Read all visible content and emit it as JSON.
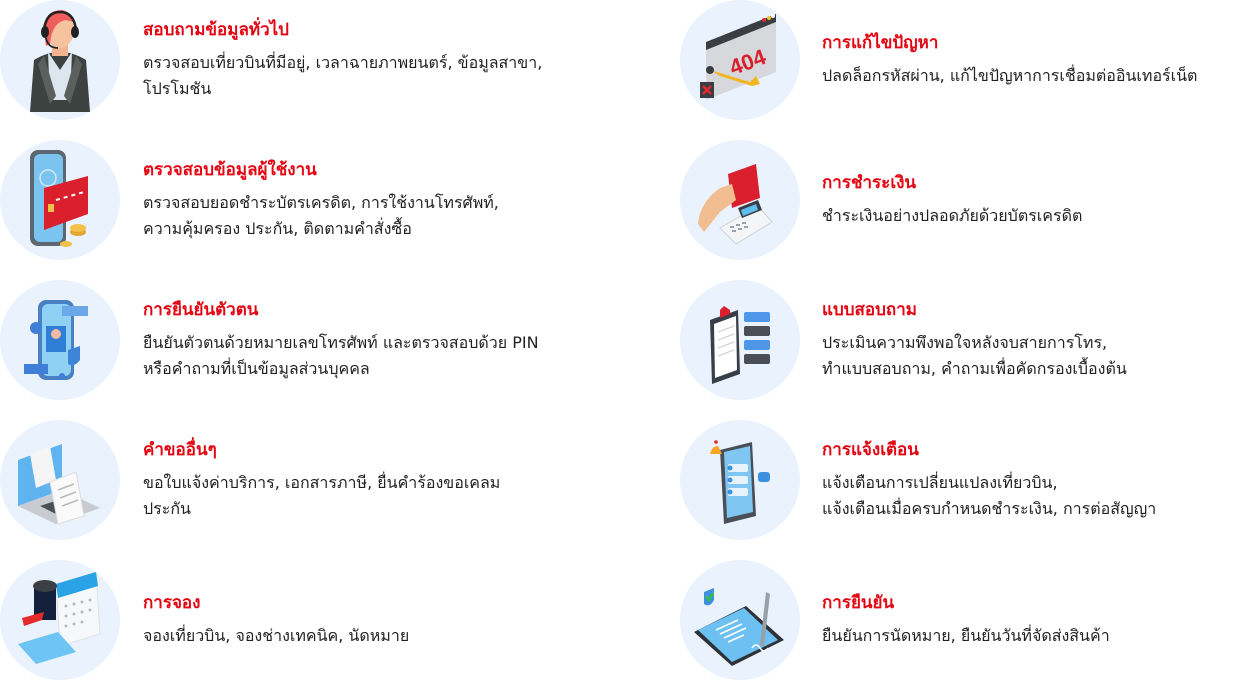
{
  "colors": {
    "title": "#e30613",
    "circle_bg": "#eaf2fd",
    "text": "#222222"
  },
  "left_items": [
    {
      "icon": "call-center-agent-icon",
      "title": "สอบถามข้อมูลทั่วไป",
      "desc_lines": [
        "ตรวจสอบเที่ยวบินที่มีอยู่, เวลาฉายภาพยนตร์, ข้อมูลสาขา,",
        "โปรโมชัน"
      ]
    },
    {
      "icon": "phone-credit-card-icon",
      "title": "ตรวจสอบข้อมูลผู้ใช้งาน",
      "desc_lines": [
        "ตรวจสอบยอดชำระบัตรเครดิต, การใช้งานโทรศัพท์,",
        "ความคุ้มครอง ประกัน, ติดตามคำสั่งซื้อ"
      ]
    },
    {
      "icon": "identity-verification-phone-icon",
      "title": "การยืนยันตัวตน",
      "desc_lines": [
        "ยืนยันตัวตนด้วยหมายเลขโทรศัพท์ และตรวจสอบด้วย PIN",
        "หรือคำถามที่เป็นข้อมูลส่วนบุคคล"
      ]
    },
    {
      "icon": "laptop-tax-document-icon",
      "title": "คำขออื่นๆ",
      "desc_lines": [
        "ขอใบแจ้งค่าบริการ, เอกสารภาษี, ยื่นคำร้องขอเคลม",
        "ประกัน"
      ]
    },
    {
      "icon": "calendar-booking-icon",
      "title": "การจอง",
      "desc_lines": [
        "จองเที่ยวบิน, จองช่างเทคนิค, นัดหมาย"
      ]
    }
  ],
  "right_items": [
    {
      "icon": "error-404-wrench-icon",
      "title": "การแก้ไขปัญหา",
      "desc_lines": [
        "ปลดล็อกรหัสผ่าน, แก้ไขปัญหาการเชื่อมต่ออินเทอร์เน็ต"
      ]
    },
    {
      "icon": "card-payment-terminal-icon",
      "title": "การชำระเงิน",
      "desc_lines": [
        "ชำระเงินอย่างปลอดภัยด้วยบัตรเครดิต"
      ]
    },
    {
      "icon": "survey-clipboard-icon",
      "title": "แบบสอบถาม",
      "desc_lines": [
        "ประเมินความพึงพอใจหลังจบสายการโทร,",
        "ทำแบบสอบถาม, คำถามเพื่อคัดกรองเบื้องต้น"
      ]
    },
    {
      "icon": "notification-phone-bell-icon",
      "title": "การแจ้งเตือน",
      "desc_lines": [
        "แจ้งเตือนการเปลี่ยนแปลงเที่ยวบิน,",
        "แจ้งเตือนเมื่อครบกำหนดชำระเงิน, การต่อสัญญา"
      ]
    },
    {
      "icon": "confirmation-signature-icon",
      "title": "การยืนยัน",
      "desc_lines": [
        "ยืนยันการนัดหมาย, ยืนยันวันที่จัดส่งสินค้า"
      ]
    }
  ]
}
